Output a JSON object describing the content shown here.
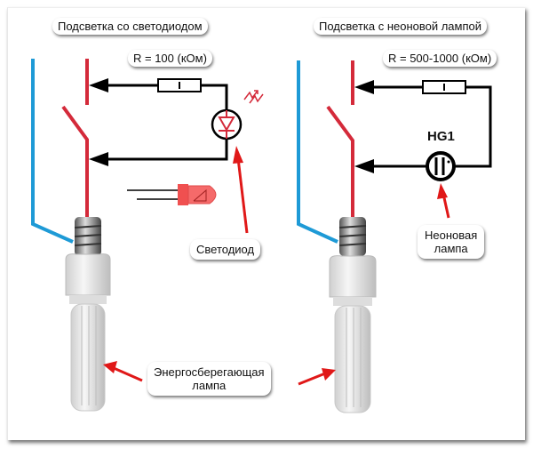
{
  "left_panel": {
    "title": "Подсветка со светодиодом",
    "resistor_label": "R = 100 (кОм)",
    "component_label": "Светодиод"
  },
  "right_panel": {
    "title": "Подсветка с неоновой лампой",
    "resistor_label": "R = 500-1000 (кОм)",
    "component_designator": "HG1",
    "component_label_line1": "Неоновая",
    "component_label_line2": "лампа"
  },
  "shared": {
    "lamp_label_line1": "Энергосберегающая",
    "lamp_label_line2": "лампа"
  },
  "colors": {
    "phase_wire": "#d42a3a",
    "neutral_wire": "#1e9ad6",
    "arrow_red": "#e01818",
    "led_red": "#f05050"
  }
}
